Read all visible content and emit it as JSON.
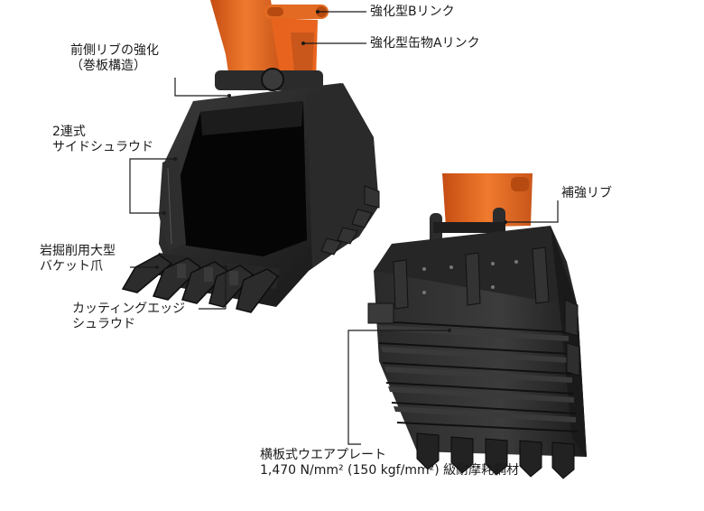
{
  "labels": {
    "b_link": "強化型Bリンク",
    "a_link": "強化型缶物Aリンク",
    "front_rib_line1": "前側リブの強化",
    "front_rib_line2": "（巻板構造）",
    "side_shroud_line1": "2連式",
    "side_shroud_line2": "サイドシュラウド",
    "tooth_line1": "岩掘削用大型",
    "tooth_line2": "バケット爪",
    "cutting_edge_line1": "カッティングエッジ",
    "cutting_edge_line2": "シュラウド",
    "reinforce_rib": "補強リブ",
    "wear_plate_line1": "横板式ウエアプレート",
    "wear_plate_line2": "1,470 N/mm² (150 kgf/mm²) 級耐摩耗鋼材"
  },
  "colors": {
    "arm_orange": "#e8641e",
    "bucket_body": "#1e1e1e",
    "leader_line": "#1a1a1a"
  }
}
